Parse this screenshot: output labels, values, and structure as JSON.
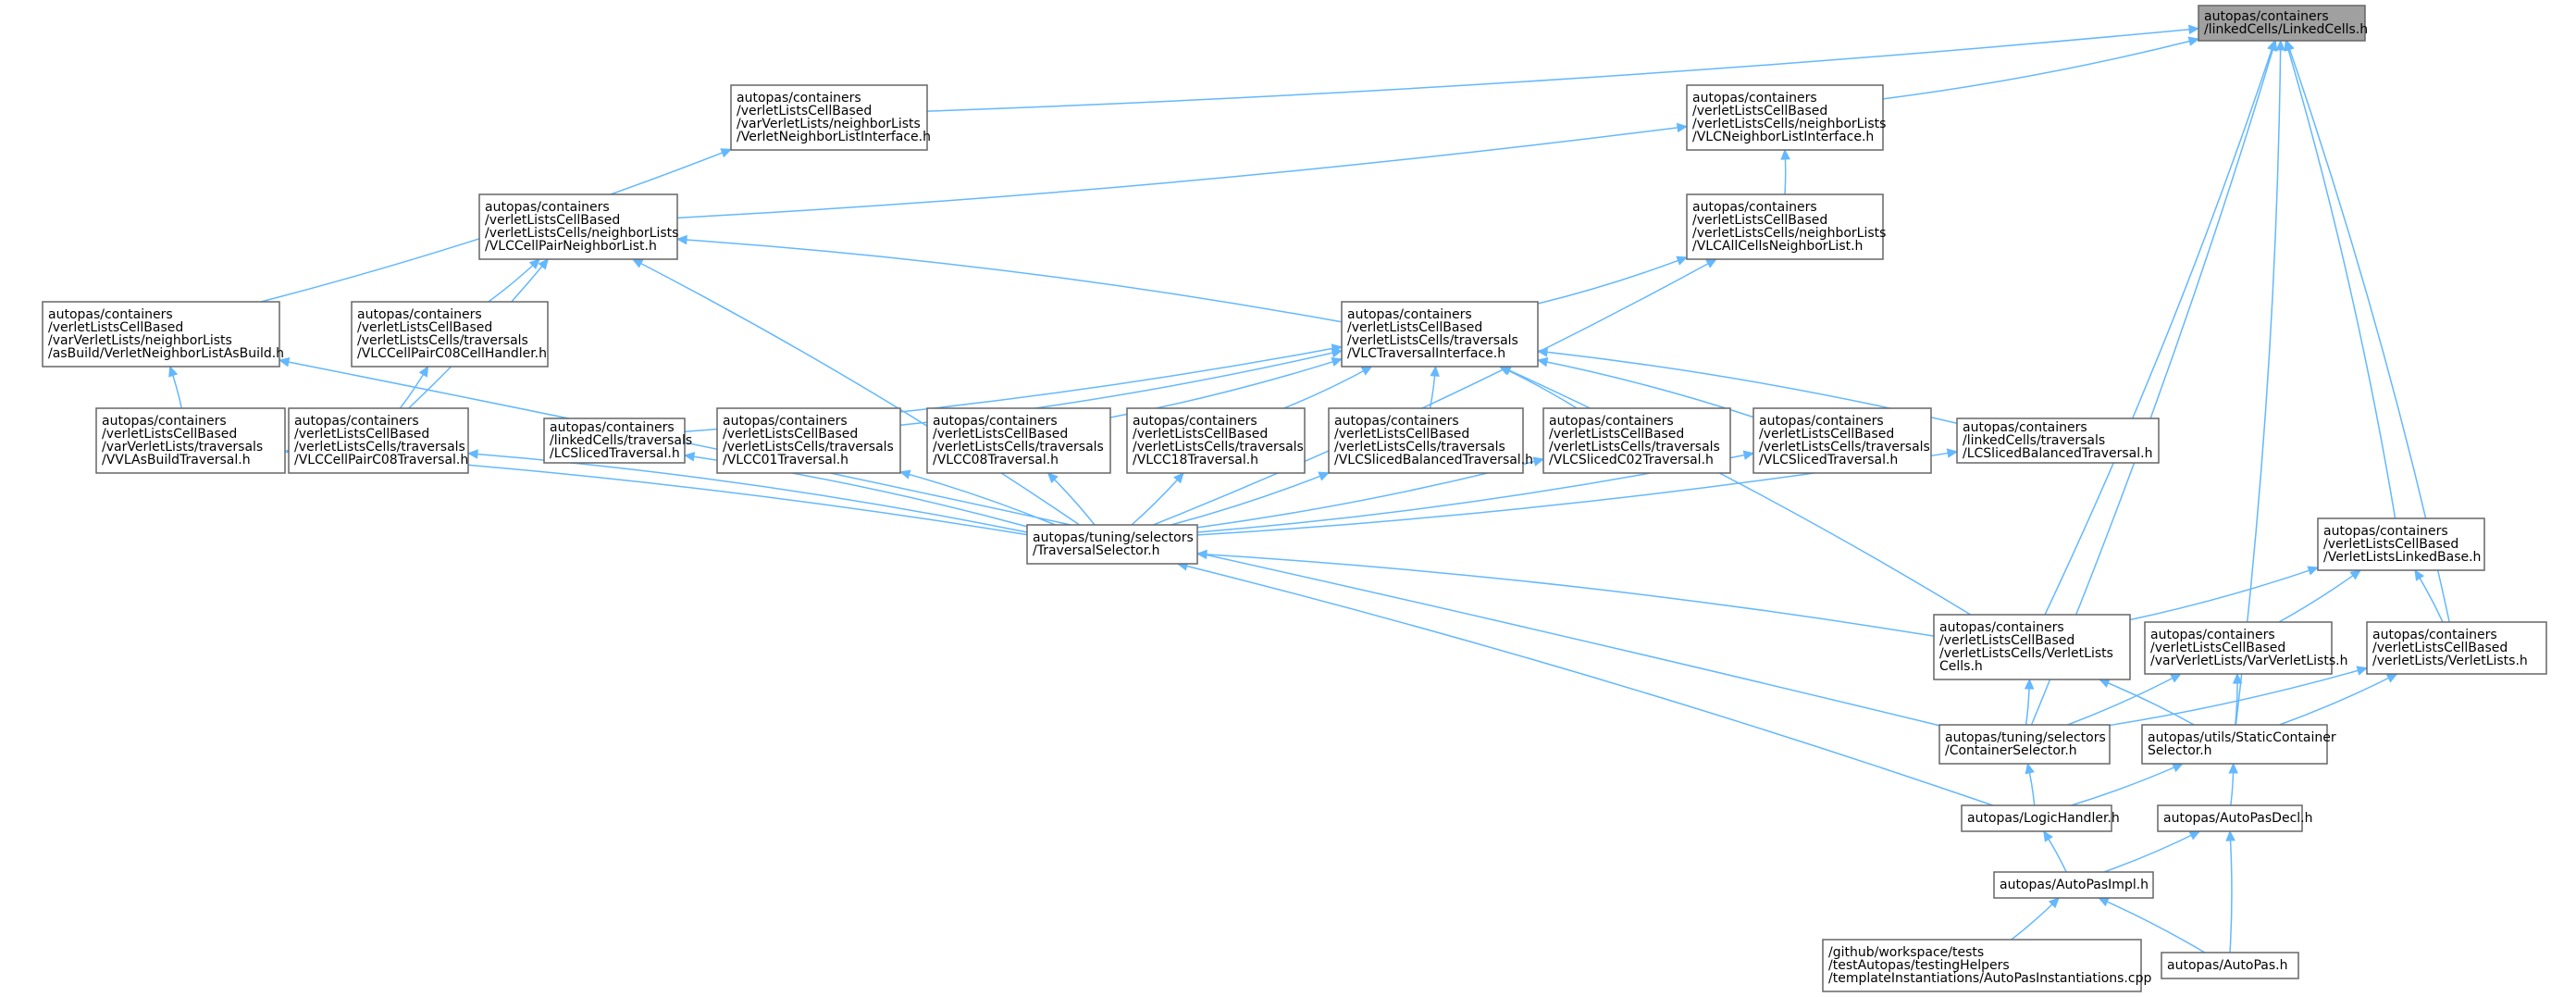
{
  "diagram": {
    "type": "include-dependency-graph",
    "nodes": [
      {
        "id": "root",
        "lines": [
          "autopas/containers",
          "/linkedCells/LinkedCells.h"
        ],
        "root": true
      },
      {
        "id": "varVerletIface",
        "lines": [
          "autopas/containers",
          "/verletListsCellBased",
          "/varVerletLists/neighborLists",
          "/VerletNeighborListInterface.h"
        ]
      },
      {
        "id": "vlcNeighIface",
        "lines": [
          "autopas/containers",
          "/verletListsCellBased",
          "/verletListsCells/neighborLists",
          "/VLCNeighborListInterface.h"
        ]
      },
      {
        "id": "vlcCellPair",
        "lines": [
          "autopas/containers",
          "/verletListsCellBased",
          "/verletListsCells/neighborLists",
          "/VLCCellPairNeighborList.h"
        ]
      },
      {
        "id": "vlcAllCells",
        "lines": [
          "autopas/containers",
          "/verletListsCellBased",
          "/verletListsCells/neighborLists",
          "/VLCAllCellsNeighborList.h"
        ]
      },
      {
        "id": "asBuild",
        "lines": [
          "autopas/containers",
          "/verletListsCellBased",
          "/varVerletLists/neighborLists",
          "/asBuild/VerletNeighborListAsBuild.h"
        ]
      },
      {
        "id": "pairC08Handler",
        "lines": [
          "autopas/containers",
          "/verletListsCellBased",
          "/verletListsCells/traversals",
          "/VLCCellPairC08CellHandler.h"
        ]
      },
      {
        "id": "vlcTravIface",
        "lines": [
          "autopas/containers",
          "/verletListsCellBased",
          "/verletListsCells/traversals",
          "/VLCTraversalInterface.h"
        ]
      },
      {
        "id": "vvlAsBuild",
        "lines": [
          "autopas/containers",
          "/verletListsCellBased",
          "/varVerletLists/traversals",
          "/VVLAsBuildTraversal.h"
        ]
      },
      {
        "id": "pairC08Trav",
        "lines": [
          "autopas/containers",
          "/verletListsCellBased",
          "/verletListsCells/traversals",
          "/VLCCellPairC08Traversal.h"
        ]
      },
      {
        "id": "lcSliced",
        "lines": [
          "autopas/containers",
          "/linkedCells/traversals",
          "/LCSlicedTraversal.h"
        ]
      },
      {
        "id": "vlcC01",
        "lines": [
          "autopas/containers",
          "/verletListsCellBased",
          "/verletListsCells/traversals",
          "/VLCC01Traversal.h"
        ]
      },
      {
        "id": "vlcC08",
        "lines": [
          "autopas/containers",
          "/verletListsCellBased",
          "/verletListsCells/traversals",
          "/VLCC08Traversal.h"
        ]
      },
      {
        "id": "vlcC18",
        "lines": [
          "autopas/containers",
          "/verletListsCellBased",
          "/verletListsCells/traversals",
          "/VLCC18Traversal.h"
        ]
      },
      {
        "id": "vlcSlicedBal",
        "lines": [
          "autopas/containers",
          "/verletListsCellBased",
          "/verletListsCells/traversals",
          "/VLCSlicedBalancedTraversal.h"
        ]
      },
      {
        "id": "vlcSlicedC02",
        "lines": [
          "autopas/containers",
          "/verletListsCellBased",
          "/verletListsCells/traversals",
          "/VLCSlicedC02Traversal.h"
        ]
      },
      {
        "id": "vlcSliced",
        "lines": [
          "autopas/containers",
          "/verletListsCellBased",
          "/verletListsCells/traversals",
          "/VLCSlicedTraversal.h"
        ]
      },
      {
        "id": "lcSlicedBal",
        "lines": [
          "autopas/containers",
          "/linkedCells/traversals",
          "/LCSlicedBalancedTraversal.h"
        ]
      },
      {
        "id": "travSel",
        "lines": [
          "autopas/tuning/selectors",
          "/TraversalSelector.h"
        ]
      },
      {
        "id": "vlLinkedBase",
        "lines": [
          "autopas/containers",
          "/verletListsCellBased",
          "/VerletListsLinkedBase.h"
        ]
      },
      {
        "id": "vlCells",
        "lines": [
          "autopas/containers",
          "/verletListsCellBased",
          "/verletListsCells/VerletLists",
          "Cells.h"
        ]
      },
      {
        "id": "varVerletLists",
        "lines": [
          "autopas/containers",
          "/verletListsCellBased",
          "/varVerletLists/VarVerletLists.h"
        ]
      },
      {
        "id": "verletLists",
        "lines": [
          "autopas/containers",
          "/verletListsCellBased",
          "/verletLists/VerletLists.h"
        ]
      },
      {
        "id": "contSel",
        "lines": [
          "autopas/tuning/selectors",
          "/ContainerSelector.h"
        ]
      },
      {
        "id": "staticCont",
        "lines": [
          "autopas/utils/StaticContainer",
          "Selector.h"
        ]
      },
      {
        "id": "logic",
        "lines": [
          "autopas/LogicHandler.h"
        ]
      },
      {
        "id": "decl",
        "lines": [
          "autopas/AutoPasDecl.h"
        ]
      },
      {
        "id": "impl",
        "lines": [
          "autopas/AutoPasImpl.h"
        ]
      },
      {
        "id": "inst",
        "lines": [
          "/github/workspace/tests",
          "/testAutopas/testingHelpers",
          "/templateInstantiations/AutoPasInstantiations.cpp"
        ]
      },
      {
        "id": "autopas",
        "lines": [
          "autopas/AutoPas.h"
        ]
      }
    ],
    "edges": [
      [
        "varVerletIface",
        "root"
      ],
      [
        "vlcNeighIface",
        "root"
      ],
      [
        "vlCells",
        "root"
      ],
      [
        "vlLinkedBase",
        "root"
      ],
      [
        "verletLists",
        "root"
      ],
      [
        "staticCont",
        "root"
      ],
      [
        "contSel",
        "root"
      ],
      [
        "asBuild",
        "varVerletIface"
      ],
      [
        "vlcCellPair",
        "vlcNeighIface"
      ],
      [
        "vlcAllCells",
        "vlcNeighIface"
      ],
      [
        "pairC08Handler",
        "vlcCellPair"
      ],
      [
        "pairC08Trav",
        "vlcCellPair"
      ],
      [
        "travSel",
        "vlcCellPair"
      ],
      [
        "vlcTravIface",
        "vlcCellPair"
      ],
      [
        "vlcTravIface",
        "vlcAllCells"
      ],
      [
        "travSel",
        "vlcAllCells"
      ],
      [
        "vvlAsBuild",
        "asBuild"
      ],
      [
        "contSel",
        "asBuild"
      ],
      [
        "pairC08Trav",
        "pairC08Handler"
      ],
      [
        "lcSliced",
        "vlcTravIface"
      ],
      [
        "vlcC01",
        "vlcTravIface"
      ],
      [
        "vlcC08",
        "vlcTravIface"
      ],
      [
        "vlcC18",
        "vlcTravIface"
      ],
      [
        "vlcSlicedBal",
        "vlcTravIface"
      ],
      [
        "vlcSlicedC02",
        "vlcTravIface"
      ],
      [
        "vlcSliced",
        "vlcTravIface"
      ],
      [
        "lcSlicedBal",
        "vlcTravIface"
      ],
      [
        "vlCells",
        "vlcTravIface"
      ],
      [
        "travSel",
        "vvlAsBuild"
      ],
      [
        "travSel",
        "pairC08Trav"
      ],
      [
        "travSel",
        "lcSliced"
      ],
      [
        "travSel",
        "vlcC01"
      ],
      [
        "travSel",
        "vlcC08"
      ],
      [
        "travSel",
        "vlcC18"
      ],
      [
        "travSel",
        "vlcSlicedBal"
      ],
      [
        "travSel",
        "vlcSlicedC02"
      ],
      [
        "travSel",
        "vlcSliced"
      ],
      [
        "travSel",
        "lcSlicedBal"
      ],
      [
        "vlCells",
        "travSel"
      ],
      [
        "logic",
        "travSel"
      ],
      [
        "vlCells",
        "vlLinkedBase"
      ],
      [
        "varVerletLists",
        "vlLinkedBase"
      ],
      [
        "verletLists",
        "vlLinkedBase"
      ],
      [
        "contSel",
        "vlCells"
      ],
      [
        "staticCont",
        "vlCells"
      ],
      [
        "contSel",
        "varVerletLists"
      ],
      [
        "staticCont",
        "varVerletLists"
      ],
      [
        "contSel",
        "verletLists"
      ],
      [
        "staticCont",
        "verletLists"
      ],
      [
        "logic",
        "contSel"
      ],
      [
        "logic",
        "staticCont"
      ],
      [
        "decl",
        "staticCont"
      ],
      [
        "impl",
        "logic"
      ],
      [
        "impl",
        "decl"
      ],
      [
        "autopas",
        "decl"
      ],
      [
        "inst",
        "impl"
      ],
      [
        "autopas",
        "impl"
      ]
    ]
  }
}
